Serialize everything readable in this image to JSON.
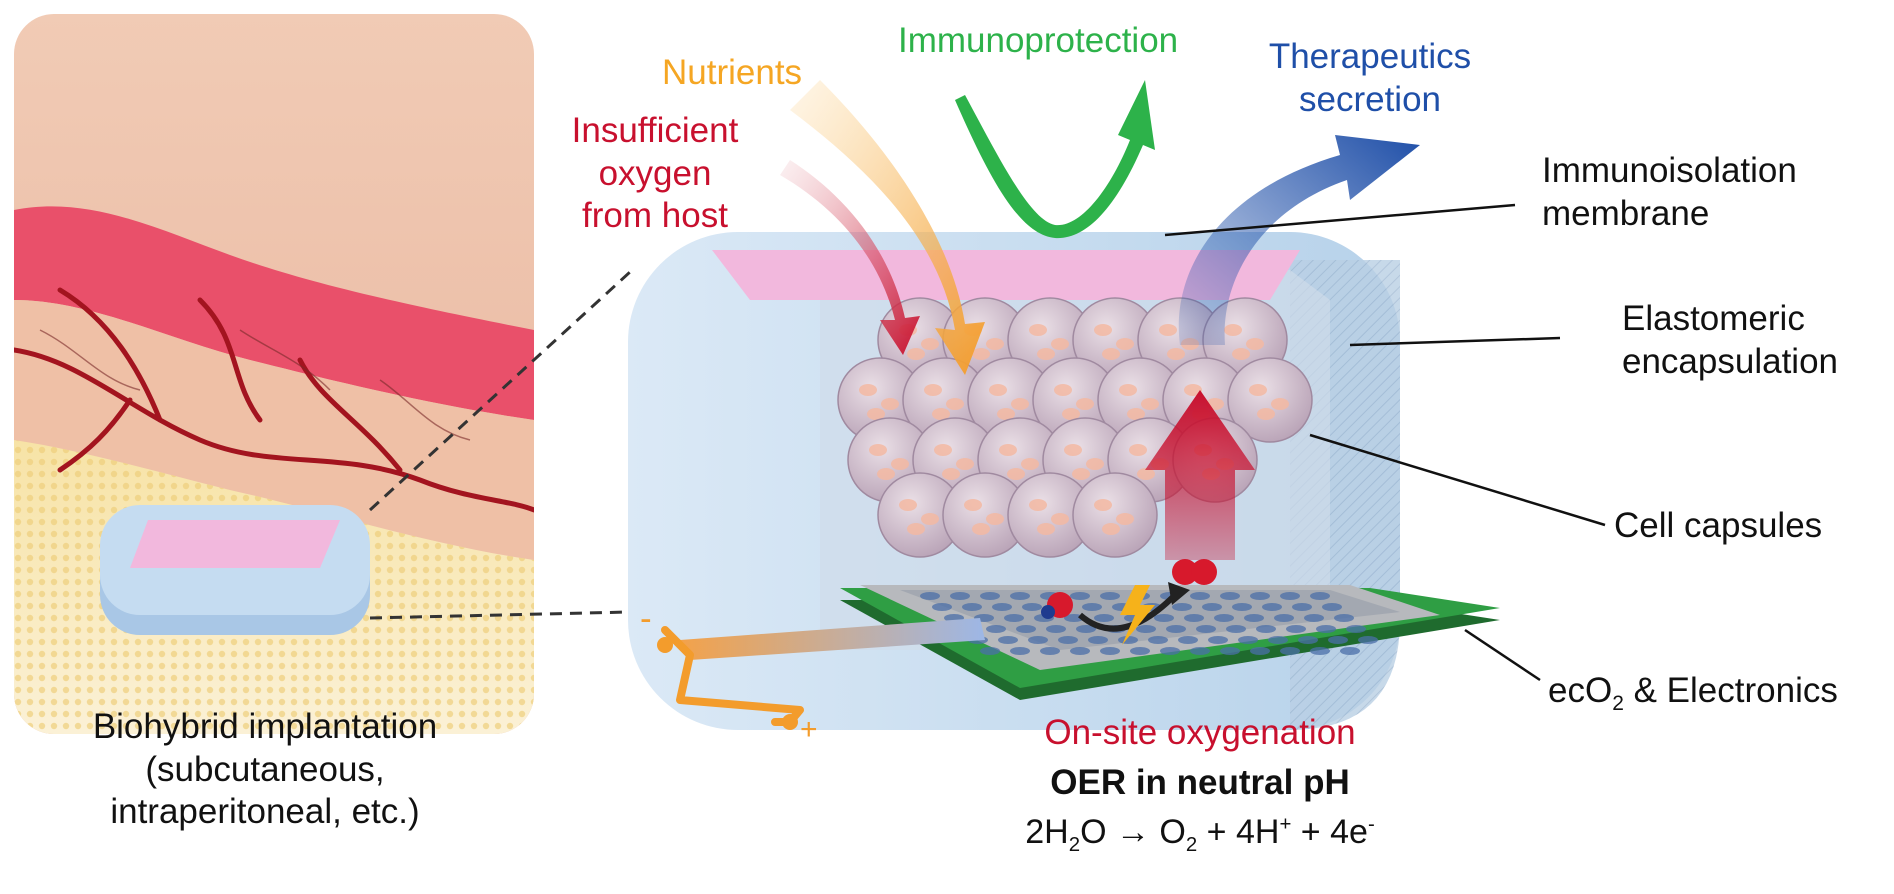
{
  "colors": {
    "nutrients": "#f5a623",
    "immunoprotection": "#2db24a",
    "therapeutics": "#1f4fa8",
    "oxygen_red": "#c8102e",
    "skin": "#e9b9a0",
    "dermis_pink": "#e9506a",
    "fat_yellow": "#f6dc92",
    "device_blue": "#bcd7ee",
    "membrane_pink": "#f2b8dd",
    "board_green": "#2f9e44",
    "electrode_gray": "#b7b9bd",
    "lead_orange": "#f39c2c"
  },
  "left_panel": {
    "caption_line1": "Biohybrid implantation",
    "caption_line2": "(subcutaneous,",
    "caption_line3": "intraperitoneal, etc.)"
  },
  "arrows": {
    "nutrients": "Nutrients",
    "oxygen_line1": "Insufficient",
    "oxygen_line2": "oxygen",
    "oxygen_line3": "from host",
    "immunoprotection": "Immunoprotection",
    "therapeutics_line1": "Therapeutics",
    "therapeutics_line2": "secretion"
  },
  "callouts": {
    "membrane_line1": "Immunoisolation",
    "membrane_line2": "membrane",
    "encapsulation_line1": "Elastomeric",
    "encapsulation_line2": "encapsulation",
    "cells": "Cell capsules",
    "electronics_pre": "ecO",
    "electronics_sub": "2",
    "electronics_post": " & Electronics"
  },
  "electrodes": {
    "minus": "-",
    "plus": "+"
  },
  "reaction": {
    "title": "On-site oxygenation",
    "subtitle": "OER in neutral pH",
    "eq_a": "2H",
    "eq_sub1": "2",
    "eq_b": "O → O",
    "eq_sub2": "2",
    "eq_c": " + 4H",
    "eq_sup1": "+",
    "eq_d": " + 4e",
    "eq_sup2": "-"
  }
}
